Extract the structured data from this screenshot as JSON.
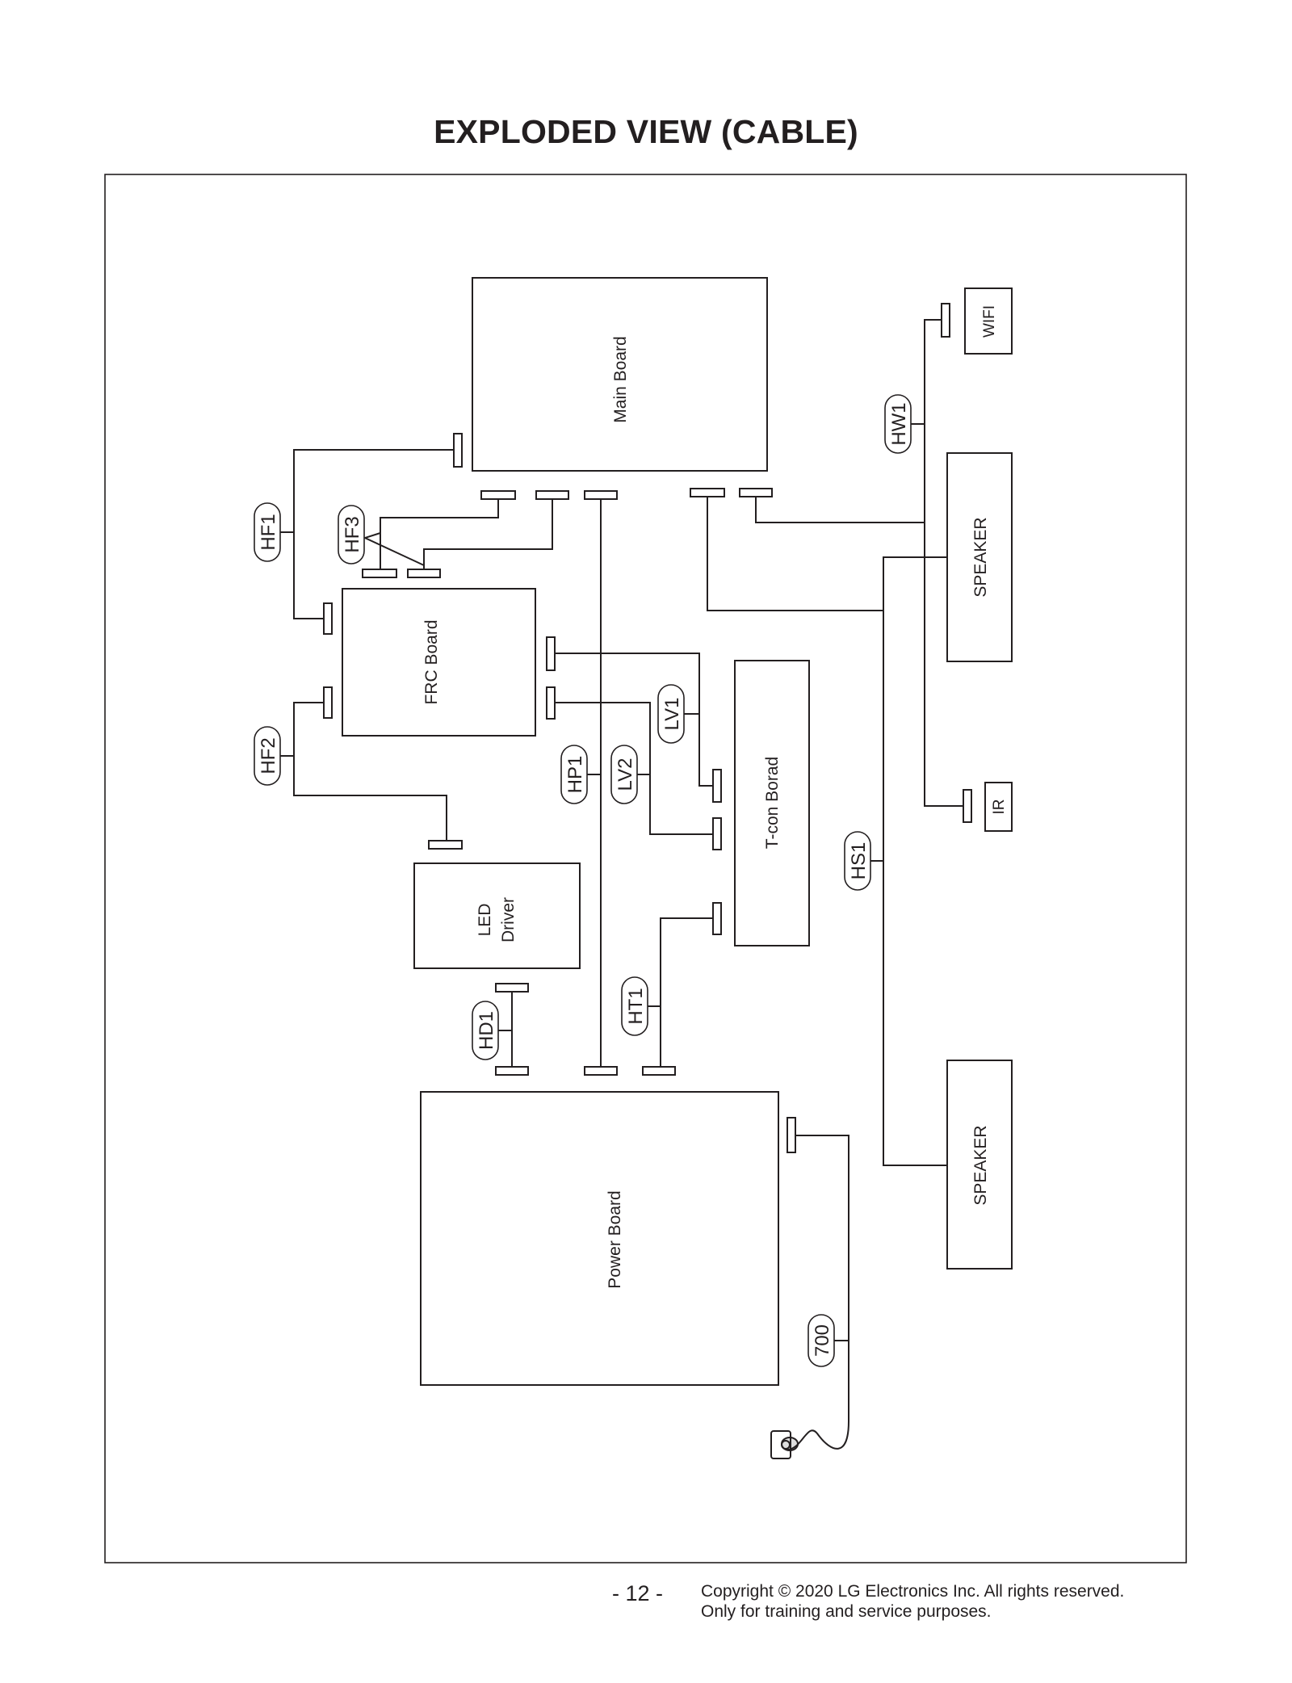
{
  "page": {
    "title": "EXPLODED VIEW (CABLE)",
    "page_number": "- 12 -",
    "copyright_line1": "Copyright © 2020 LG Electronics Inc. All rights reserved.",
    "copyright_line2": "Only for training and service purposes."
  },
  "boards": {
    "main_board": "Main Board",
    "frc_board": "FRC Board",
    "tcon_board": "T-con Borad",
    "power_board": "Power Board",
    "led_driver_line1": "LED",
    "led_driver_line2": "Driver",
    "speaker_top": "SPEAKER",
    "speaker_bottom": "SPEAKER",
    "wifi": "WIFI",
    "ir": "IR"
  },
  "cables": {
    "hf1": "HF1",
    "hf2": "HF2",
    "hf3": "HF3",
    "hp1": "HP1",
    "lv1": "LV1",
    "lv2": "LV2",
    "hd1": "HD1",
    "ht1": "HT1",
    "hw1": "HW1",
    "hs1": "HS1",
    "c700": "700"
  }
}
